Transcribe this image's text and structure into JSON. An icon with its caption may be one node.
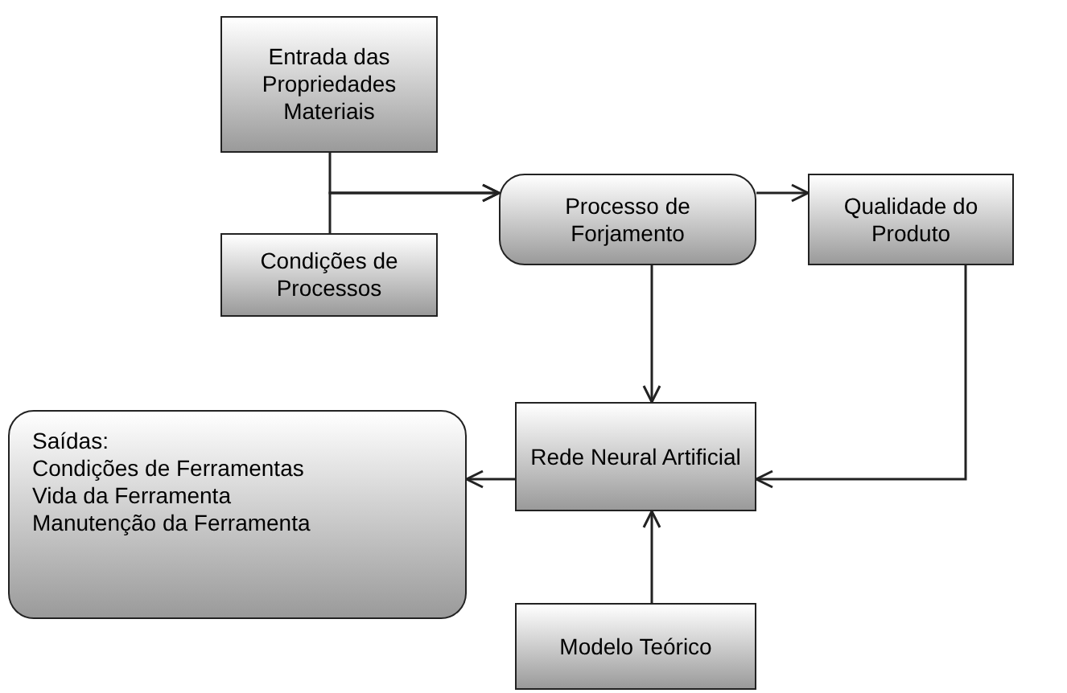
{
  "diagram": {
    "nodes": [
      {
        "text": [
          "Entrada das Propriedades Materiais"
        ]
      },
      {
        "text": [
          "Condições de Processos"
        ]
      },
      {
        "text": [
          "Processo de Forjamento"
        ]
      },
      {
        "text": [
          "Qualidade do Produto"
        ]
      },
      {
        "text": [
          "Saídas:",
          "Condições de Ferramentas",
          "Vida da Ferramenta",
          "Manutenção da Ferramenta"
        ]
      },
      {
        "text": [
          "Rede Neural Artificial"
        ]
      },
      {
        "text": [
          "Modelo Teórico"
        ]
      }
    ],
    "edges": [
      {
        "from": 0,
        "to": 2,
        "arrow": "to"
      },
      {
        "from": 1,
        "to": 2,
        "arrow": "to"
      },
      {
        "from": 2,
        "to": 3,
        "arrow": "to"
      },
      {
        "from": 2,
        "to": 5,
        "arrow": "to"
      },
      {
        "from": 3,
        "to": 5,
        "arrow": "to"
      },
      {
        "from": 5,
        "to": 4,
        "arrow": "to"
      },
      {
        "from": 6,
        "to": 5,
        "arrow": "to"
      }
    ]
  }
}
